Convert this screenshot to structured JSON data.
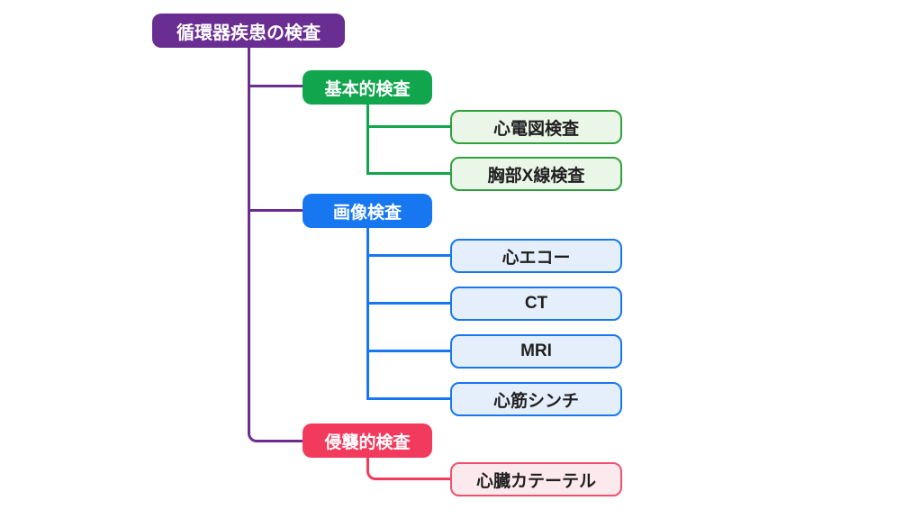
{
  "diagram": {
    "type": "tree",
    "title": "循環器疾患の検査",
    "root": {
      "label": "循環器疾患の検査",
      "color": "#6A2D91",
      "text_color": "#FFFFFF"
    },
    "branches": [
      {
        "label": "基本的検査",
        "color": "#11A64D",
        "leaf_bg": "#EAF6E7",
        "leaf_border": "#2FA03C",
        "children": [
          {
            "label": "心電図検査"
          },
          {
            "label": "胸部X線検査"
          }
        ]
      },
      {
        "label": "画像検査",
        "color": "#1677F0",
        "leaf_bg": "#E4EFFB",
        "leaf_border": "#1677F0",
        "children": [
          {
            "label": "心エコー"
          },
          {
            "label": "CT"
          },
          {
            "label": "MRI"
          },
          {
            "label": "心筋シンチ"
          }
        ]
      },
      {
        "label": "侵襲的検査",
        "color": "#F23A5C",
        "leaf_bg": "#FCE9EE",
        "leaf_border": "#F0506C",
        "children": [
          {
            "label": "心臓カテーテル"
          }
        ]
      }
    ],
    "leaf_text_color": "#1F1F1F",
    "background_color": "#FFFFFF"
  }
}
